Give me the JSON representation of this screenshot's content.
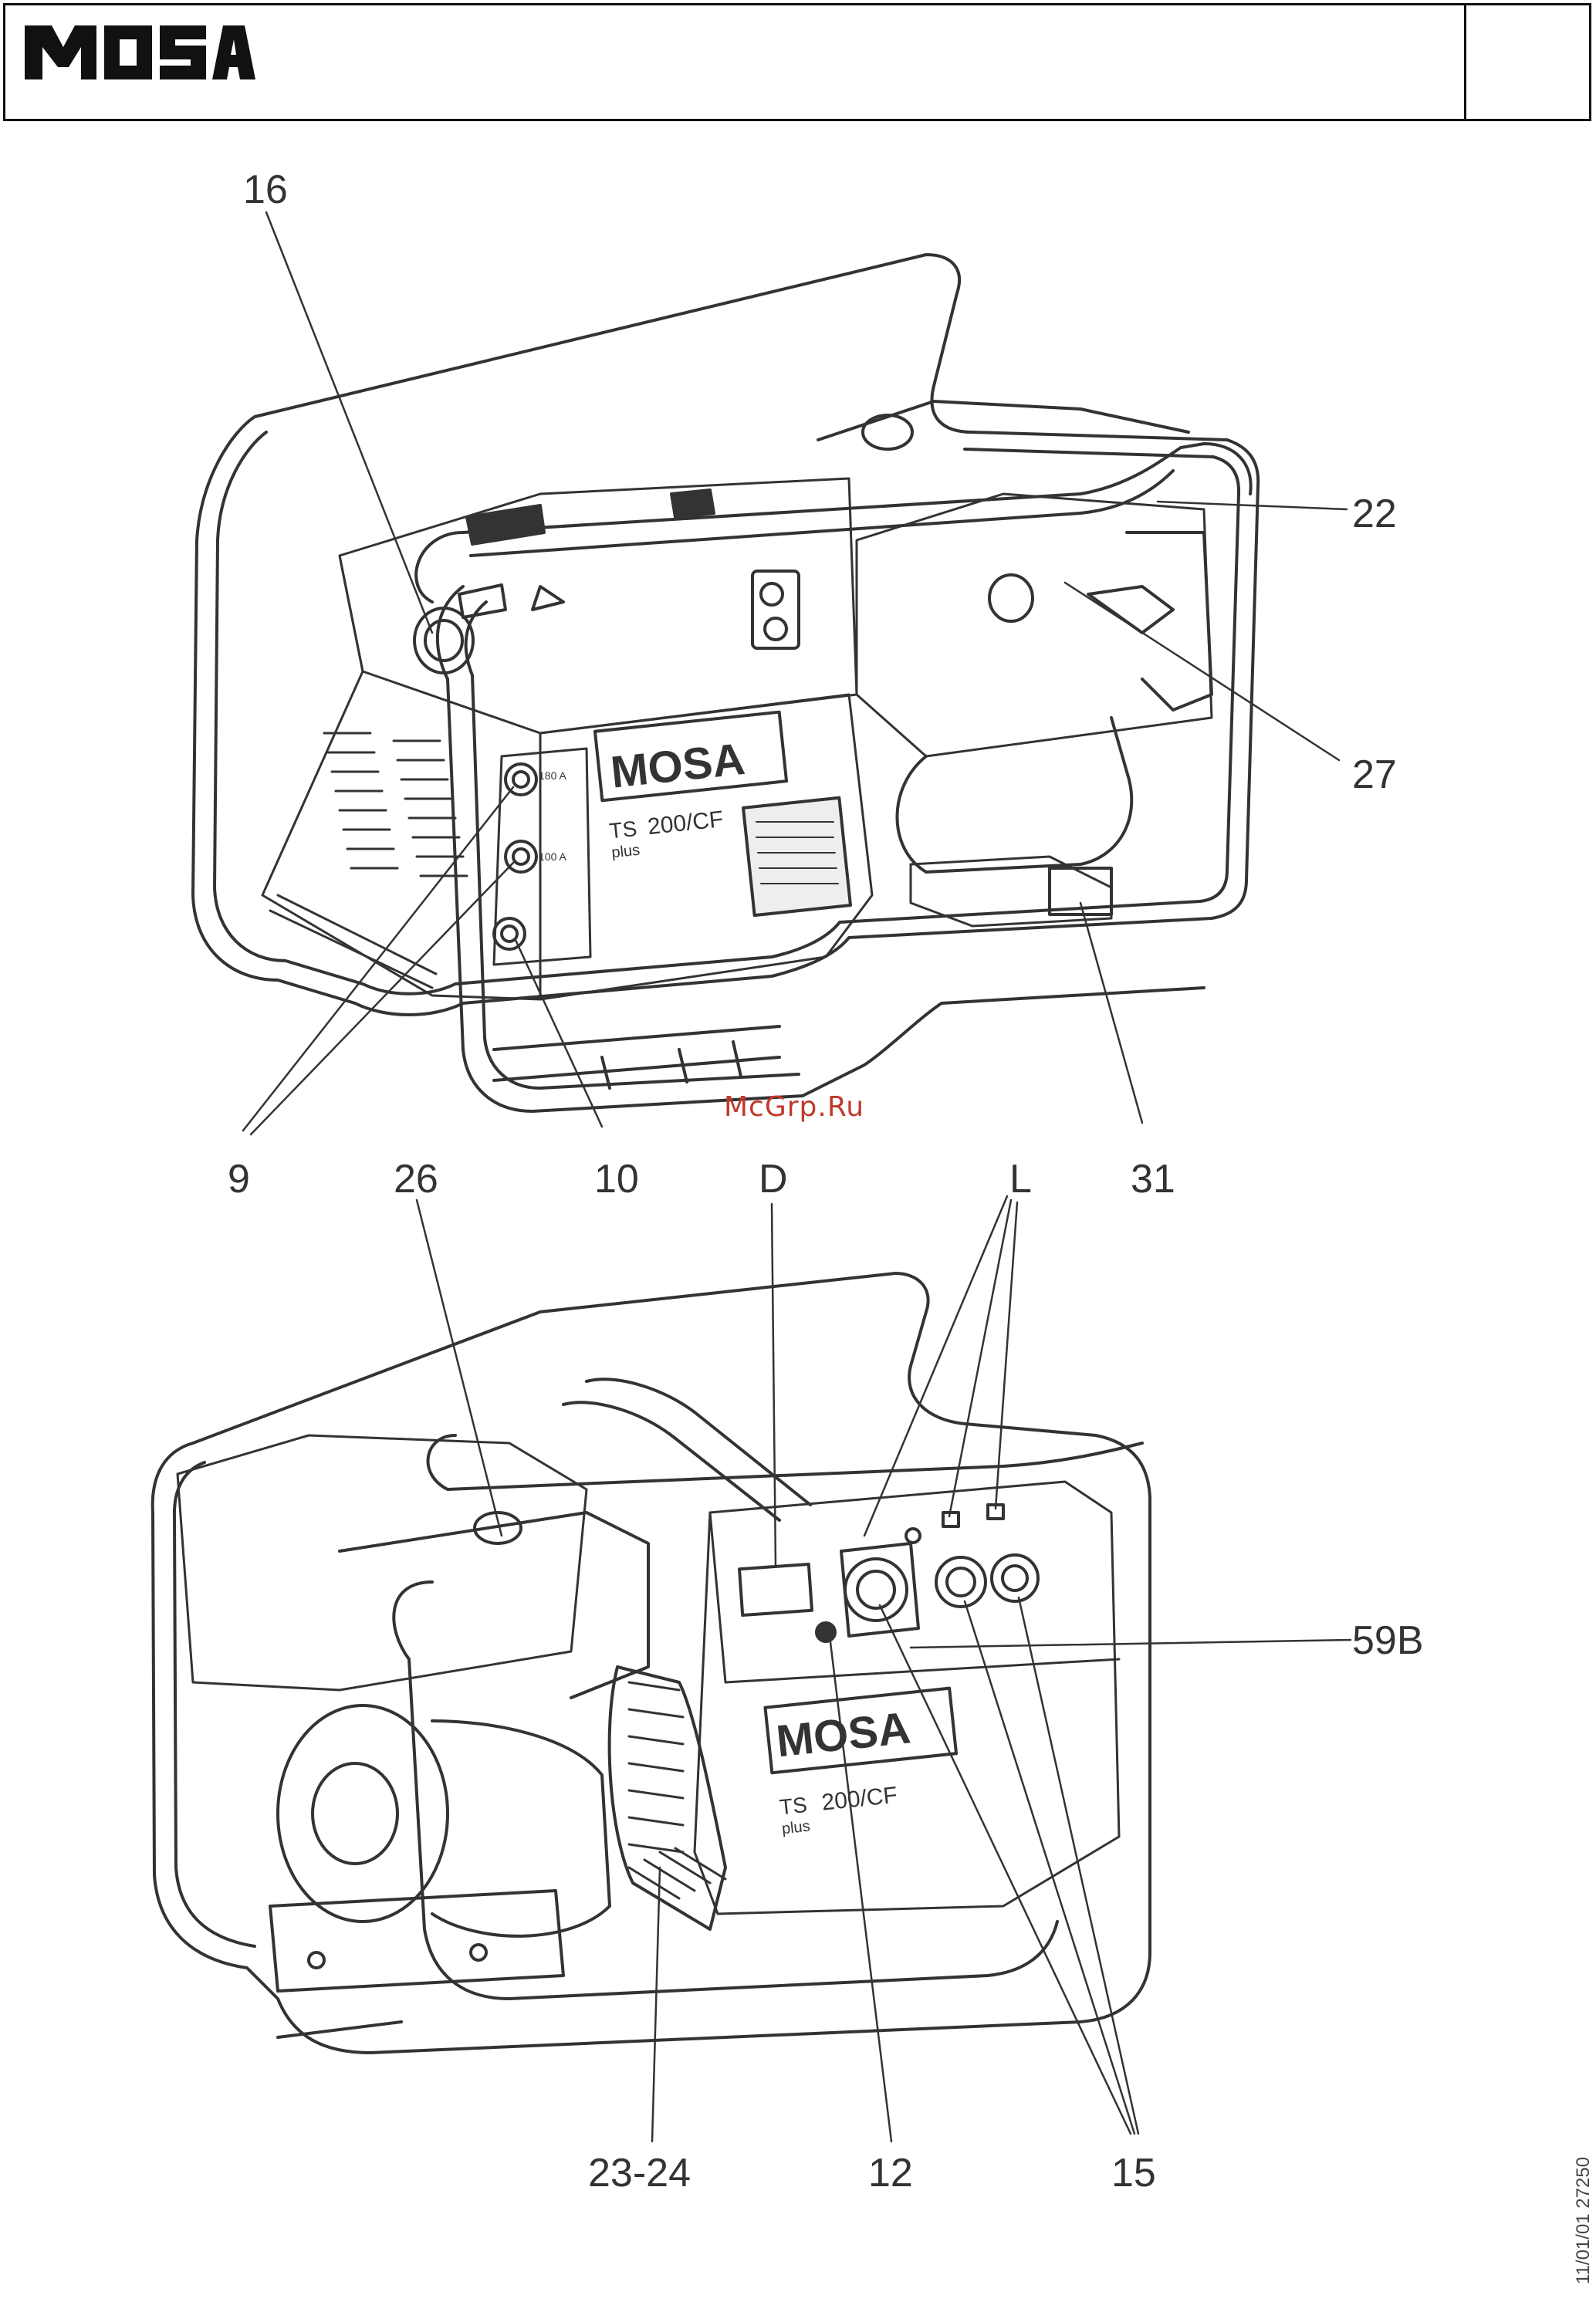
{
  "header": {
    "brand": "MOSA"
  },
  "watermark": "McGrp.Ru",
  "doc_code": "11/01/01   27250",
  "upper_view": {
    "plate_brand": "MOSA",
    "model_prefix": "TS",
    "model_sub": "plus",
    "model": "200/CF",
    "socket_label_top": "180 A",
    "socket_label_mid": "100 A",
    "callouts": [
      "16",
      "22",
      "27",
      "9",
      "26",
      "10",
      "31"
    ]
  },
  "lower_view": {
    "plate_brand": "MOSA",
    "model_prefix": "TS",
    "model_sub": "plus",
    "model": "200/CF",
    "callouts": [
      "D",
      "L",
      "59B",
      "23-24",
      "12",
      "15"
    ]
  },
  "colors": {
    "line": "#333333",
    "watermark": "#c0392b"
  }
}
